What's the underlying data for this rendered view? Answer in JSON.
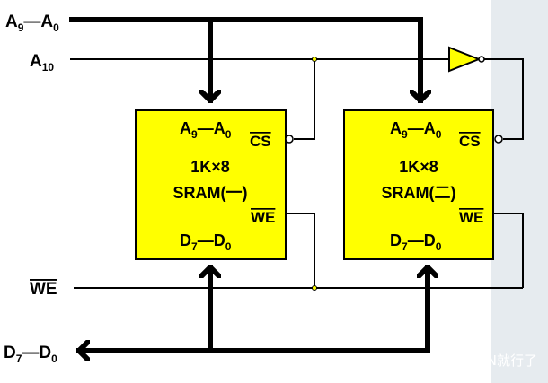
{
  "signals": {
    "addr_bus": {
      "main": "A",
      "sub1": "9",
      "dash": "—A",
      "sub2": "0"
    },
    "a10": {
      "main": "A",
      "sub": "10"
    },
    "we": "WE",
    "data_bus": {
      "main": "D",
      "sub1": "7",
      "dash": "—D",
      "sub2": "0"
    }
  },
  "chips": [
    {
      "addr": {
        "main": "A",
        "sub1": "9",
        "dash": "—A",
        "sub2": "0"
      },
      "cs": "CS",
      "size": "1K×8",
      "name": "SRAM(一)",
      "we": "WE",
      "data": {
        "main": "D",
        "sub1": "7",
        "dash": "—D",
        "sub2": "0"
      }
    },
    {
      "addr": {
        "main": "A",
        "sub1": "9",
        "dash": "—A",
        "sub2": "0"
      },
      "cs": "CS",
      "size": "1K×8",
      "name": "SRAM(二)",
      "we": "WE",
      "data": {
        "main": "D",
        "sub1": "7",
        "dash": "—D",
        "sub2": "0"
      }
    }
  ],
  "watermark": "知乎 @GAN就行了",
  "colors": {
    "chip_fill": "#ffff00",
    "chip_border": "#000000",
    "background": "#ffffff",
    "side_strip": "#e6ebef"
  }
}
